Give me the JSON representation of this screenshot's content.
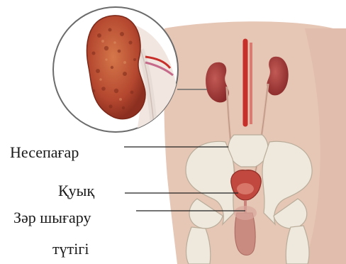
{
  "labels": {
    "ureter": "Несепағар",
    "bladder": "Қуық",
    "urethra_line1": "Зәр шығару",
    "urethra_line2": "түтігі"
  },
  "colors": {
    "background": "#ffffff",
    "skin": "#e6c6b5",
    "kidney": "#b4472f",
    "bone": "#efe8dc",
    "bladder": "#c0483e",
    "aorta": "#c7302a",
    "callout_border": "#6b6b6b"
  }
}
